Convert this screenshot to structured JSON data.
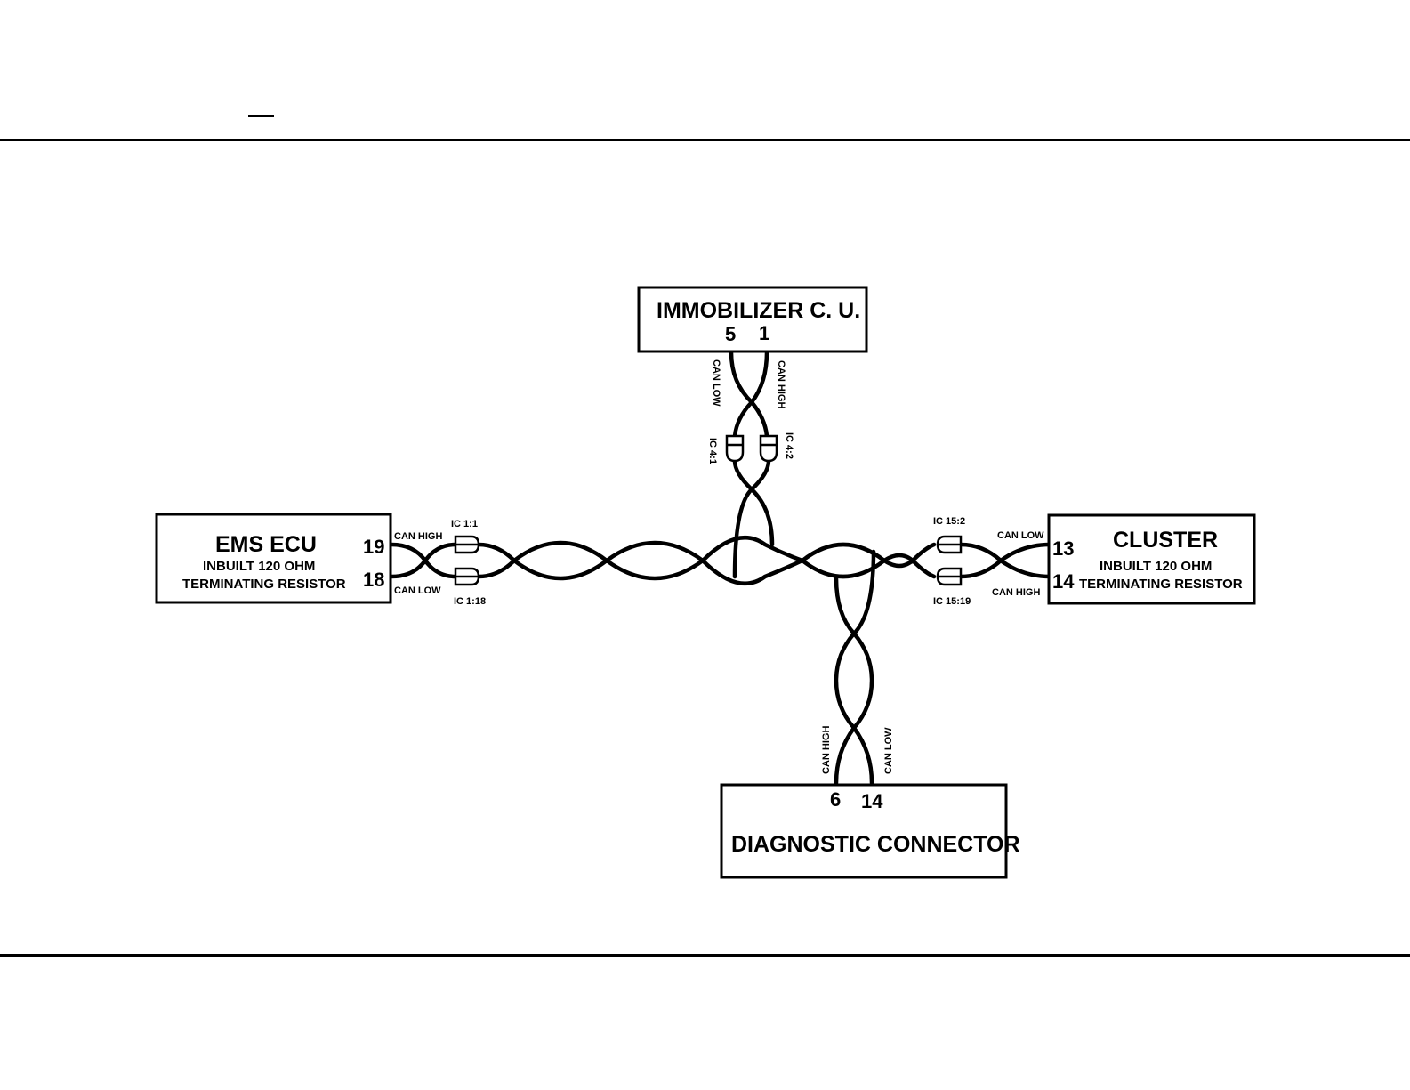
{
  "modules": {
    "immobilizer": {
      "title": "IMMOBILIZER C. U.",
      "pin_a": "5",
      "pin_b": "1"
    },
    "ems": {
      "title": "EMS ECU",
      "line1": "INBUILT 120 OHM",
      "line2": "TERMINATING RESISTOR",
      "pin_high": "19",
      "pin_low": "18"
    },
    "cluster": {
      "title": "CLUSTER",
      "line1": "INBUILT 120 OHM",
      "line2": "TERMINATING RESISTOR",
      "pin_low": "13",
      "pin_high": "14"
    },
    "diagnostic": {
      "title": "DIAGNOSTIC CONNECTOR",
      "pin_high": "6",
      "pin_low": "14"
    }
  },
  "wire_labels": {
    "ems_high": "CAN HIGH",
    "ems_low": "CAN LOW",
    "imm_low": "CAN LOW",
    "imm_high": "CAN HIGH",
    "cluster_low": "CAN LOW",
    "cluster_high": "CAN HIGH",
    "diag_high": "CAN HIGH",
    "diag_low": "CAN LOW"
  },
  "connectors": {
    "ic_1_1": "IC 1:1",
    "ic_1_18": "IC 1:18",
    "ic_4_1": "IC 4:1",
    "ic_4_2": "IC 4:2",
    "ic_15_2": "IC 15:2",
    "ic_15_19": "IC 15:19"
  }
}
